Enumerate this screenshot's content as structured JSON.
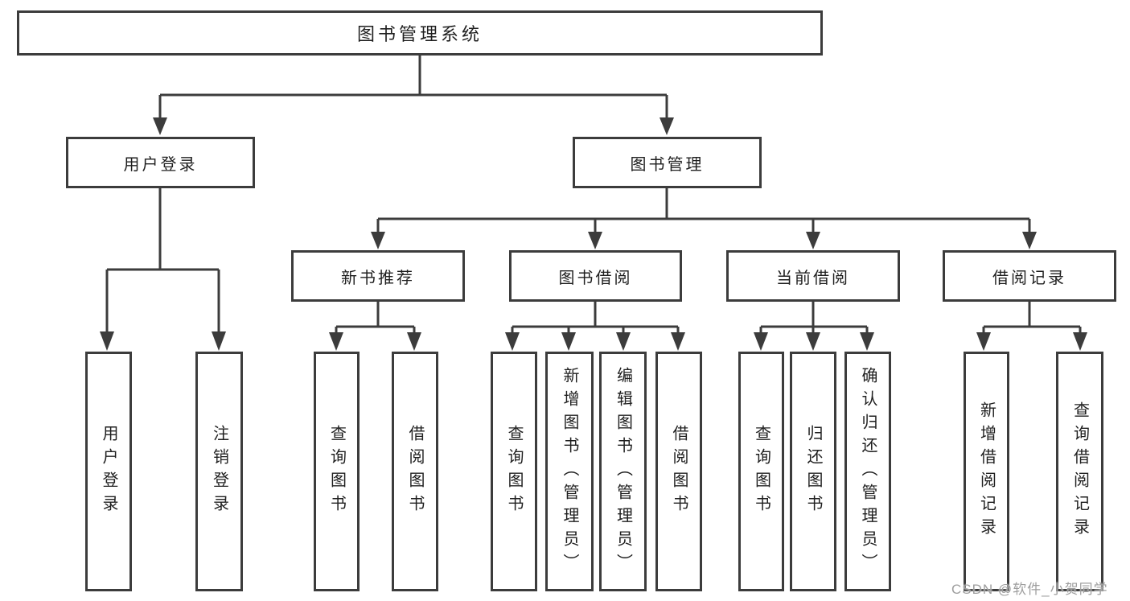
{
  "diagram": {
    "type": "hierarchy-tree",
    "title": "图书管理系统"
  },
  "nodes": {
    "root": {
      "label": "图书管理系统"
    },
    "user_login_group": {
      "label": "用户登录"
    },
    "book_mgmt": {
      "label": "图书管理"
    },
    "user_login": {
      "label": "用户登录"
    },
    "logout": {
      "label": "注销登录"
    },
    "new_book_rec": {
      "label": "新书推荐"
    },
    "book_borrow": {
      "label": "图书借阅"
    },
    "current_borrow": {
      "label": "当前借阅"
    },
    "borrow_records": {
      "label": "借阅记录"
    },
    "nb_query": {
      "label": "查询图书"
    },
    "nb_borrow": {
      "label": "借阅图书"
    },
    "bb_query": {
      "label": "查询图书"
    },
    "bb_add": {
      "label": "新增图书（管理员）"
    },
    "bb_edit": {
      "label": "编辑图书（管理员）"
    },
    "bb_borrow": {
      "label": "借阅图书"
    },
    "cb_query": {
      "label": "查询图书"
    },
    "cb_return": {
      "label": "归还图书"
    },
    "cb_confirm": {
      "label": "确认归还（管理员）"
    },
    "br_add": {
      "label": "新增借阅记录"
    },
    "br_query": {
      "label": "查询借阅记录"
    }
  },
  "hierarchy": [
    {
      "from": "图书管理系统",
      "to": [
        "用户登录",
        "图书管理"
      ]
    },
    {
      "from": "用户登录",
      "to": [
        "用户登录",
        "注销登录"
      ]
    },
    {
      "from": "图书管理",
      "to": [
        "新书推荐",
        "图书借阅",
        "当前借阅",
        "借阅记录"
      ]
    },
    {
      "from": "新书推荐",
      "to": [
        "查询图书",
        "借阅图书"
      ]
    },
    {
      "from": "图书借阅",
      "to": [
        "查询图书",
        "新增图书（管理员）",
        "编辑图书（管理员）",
        "借阅图书"
      ]
    },
    {
      "from": "当前借阅",
      "to": [
        "查询图书",
        "归还图书",
        "确认归还（管理员）"
      ]
    },
    {
      "from": "借阅记录",
      "to": [
        "新增借阅记录",
        "查询借阅记录"
      ]
    }
  ],
  "watermark": {
    "text": "CSDN @软件_小贺同学"
  },
  "colors": {
    "line": "#3c3c3c",
    "border": "#3c3c3c",
    "text": "#1f1f1f",
    "watermark": "#9e9e9e",
    "background": "#ffffff"
  }
}
